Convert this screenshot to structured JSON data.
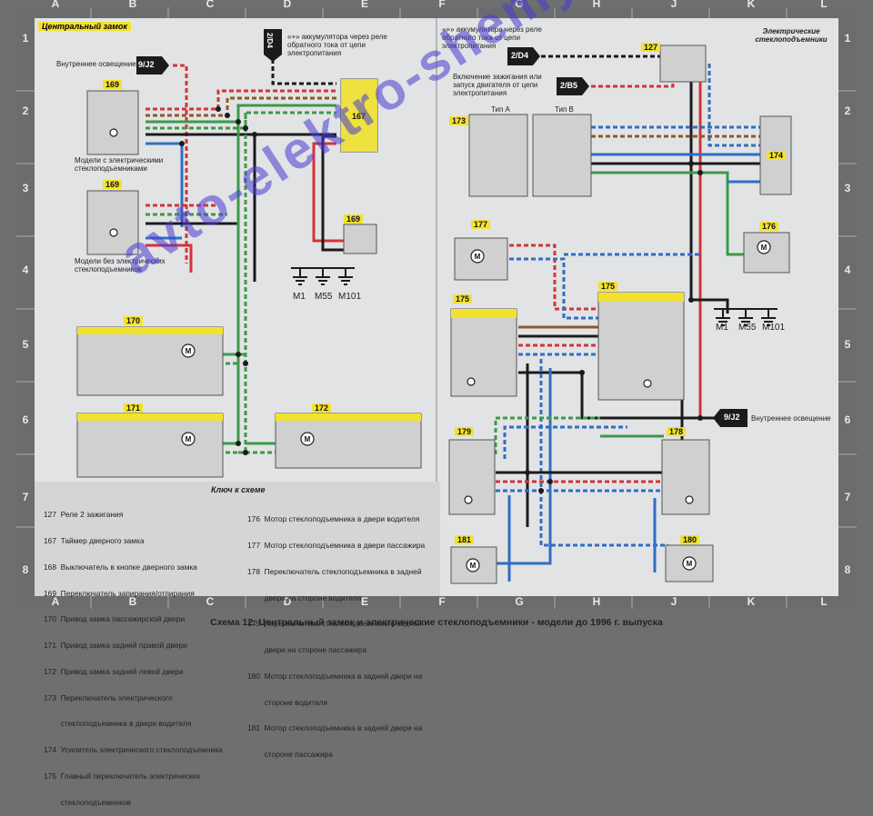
{
  "grid": {
    "columns": [
      "A",
      "B",
      "C",
      "D",
      "E",
      "F",
      "G",
      "H",
      "J",
      "K",
      "L"
    ],
    "rows": [
      "1",
      "2",
      "3",
      "4",
      "5",
      "6",
      "7",
      "8"
    ]
  },
  "sections": {
    "left": "Центральный замок",
    "right": "Электрические стеклоподъемники"
  },
  "notes": {
    "battery_left": "«+» аккумулятора через реле обратного тока от цепи электропитания",
    "battery_right": "«+» аккумулятора через реле обратного тока от цепи электропитания",
    "ignition": "Включение зажигания или запуск двигателя от цепи электропитания",
    "interior_light_left": "Внутреннее освещение",
    "interior_light_right": "Внутреннее освещение",
    "models_with": "Модели с электрическими стеклоподъемниками",
    "models_without": "Модели без электрических стеклоподъемников",
    "type_a": "Тип А",
    "type_b": "Тип В"
  },
  "connectors": {
    "l_2d4": "2/D4",
    "r_2d4": "2/D4",
    "r_2b5": "2/B5",
    "l_9j2": "9/J2",
    "r_9j2": "9/J2"
  },
  "grounds": {
    "left": [
      "M1",
      "M55",
      "M101"
    ],
    "right": [
      "M1",
      "M55",
      "M101"
    ]
  },
  "components": {
    "c127": "127",
    "c167": "167",
    "c169a": "169",
    "c169b": "169",
    "c169c": "169",
    "c170": "170",
    "c171": "171",
    "c172": "172",
    "c173": "173",
    "c174": "174",
    "c175a": "175",
    "c175b": "175",
    "c176": "176",
    "c177": "177",
    "c178": "178",
    "c179": "179",
    "c180": "180",
    "c181": "181"
  },
  "key_title": "Ключ к схеме",
  "key_left": [
    "127  Реле 2 зажигания",
    "167  Таймер дверного замка",
    "168  Выключатель в кнопке дверного замка",
    "169  Переключатель запирания/отпирания",
    "170  Привод замка пассажирской двери",
    "171  Привод замка задней правой двери",
    "172  Привод замка задней левой двери",
    "173  Переключатель электрического",
    "        стеклоподъемника в двери водителя",
    "174  Усилитель электрического стеклоподъемника",
    "175  Главный переключатель электрических",
    "        стеклоподъемников"
  ],
  "key_right": [
    "176  Мотор стеклоподъемника в двери водителя",
    "177  Мотор стеклоподъемника в двери пассажира",
    "178  Переключатель стеклоподъемника в задней",
    "        двери на стороне водителя",
    "179  Переключатель стеклоподъемника в задней",
    "        двери на стороне пассажира",
    "180  Мотор стеклоподъемника в задней двери на",
    "        стороне водителя",
    "181  Мотор стеклоподъемника в задней двери на",
    "        стороне пассажира"
  ],
  "caption": "Схема 12: Центральный замок и электрические стеклоподъемники - модели до 1996 г. выпуска",
  "watermark": "avto-elektro-shemy.ru",
  "colors": {
    "paper": "#e2e3e4",
    "frame": "#6b6c6d",
    "tag": "#f2e230",
    "wire_red": "#d2343a",
    "wire_green": "#3a9a4a",
    "wire_blue": "#2f6fc4",
    "wire_black": "#1b1b1b",
    "wire_brown": "#8a5a2a",
    "watermark": "#4a3cd2"
  }
}
